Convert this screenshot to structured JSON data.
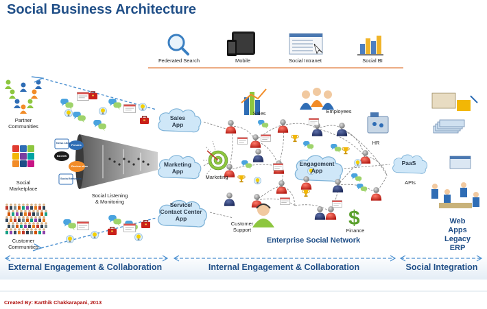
{
  "title": "Social Business Architecture",
  "top_tools": [
    "Federated Search",
    "Mobile",
    "Social Intranet",
    "Social BI"
  ],
  "left_communities": {
    "partner": "Partner\nCommunities",
    "marketplace": "Social\nMarketplace",
    "customer": "Customer\nCommunities"
  },
  "listening_label": "Social Listening\n& Monitoring",
  "funnel_sources": [
    "News sites",
    "Forums",
    "BLOGS",
    "Review sites",
    "Social Networks"
  ],
  "apps": {
    "sales": "Sales\nApp",
    "marketing": "Marketing\nApp",
    "service": "Service/\nContact Center\nApp"
  },
  "network_labels": {
    "sales": "Sales",
    "employees": "Employees",
    "hr": "HR",
    "marketing": "Marketing",
    "engagement": "Engagement\nApp",
    "customer_support": "Customer\nSupport",
    "finance": "Finance"
  },
  "paas": {
    "title": "PaaS",
    "sub": "APIs"
  },
  "enterprise_social_network": "Enterprise Social Network",
  "legacy": "Web Apps\nLegacy ERP",
  "sections": [
    "External Engagement & Collaboration",
    "Internal Engagement & Collaboration",
    "Social Integration"
  ],
  "footer": "Created By: Karthik Chakkarapani, 2013",
  "colors": {
    "title": "#1f4e87",
    "cloud": "#cfe7f8",
    "cloud_stroke": "#7fb3d8",
    "accent_orange": "#e07b39",
    "footer": "#b0120f"
  }
}
